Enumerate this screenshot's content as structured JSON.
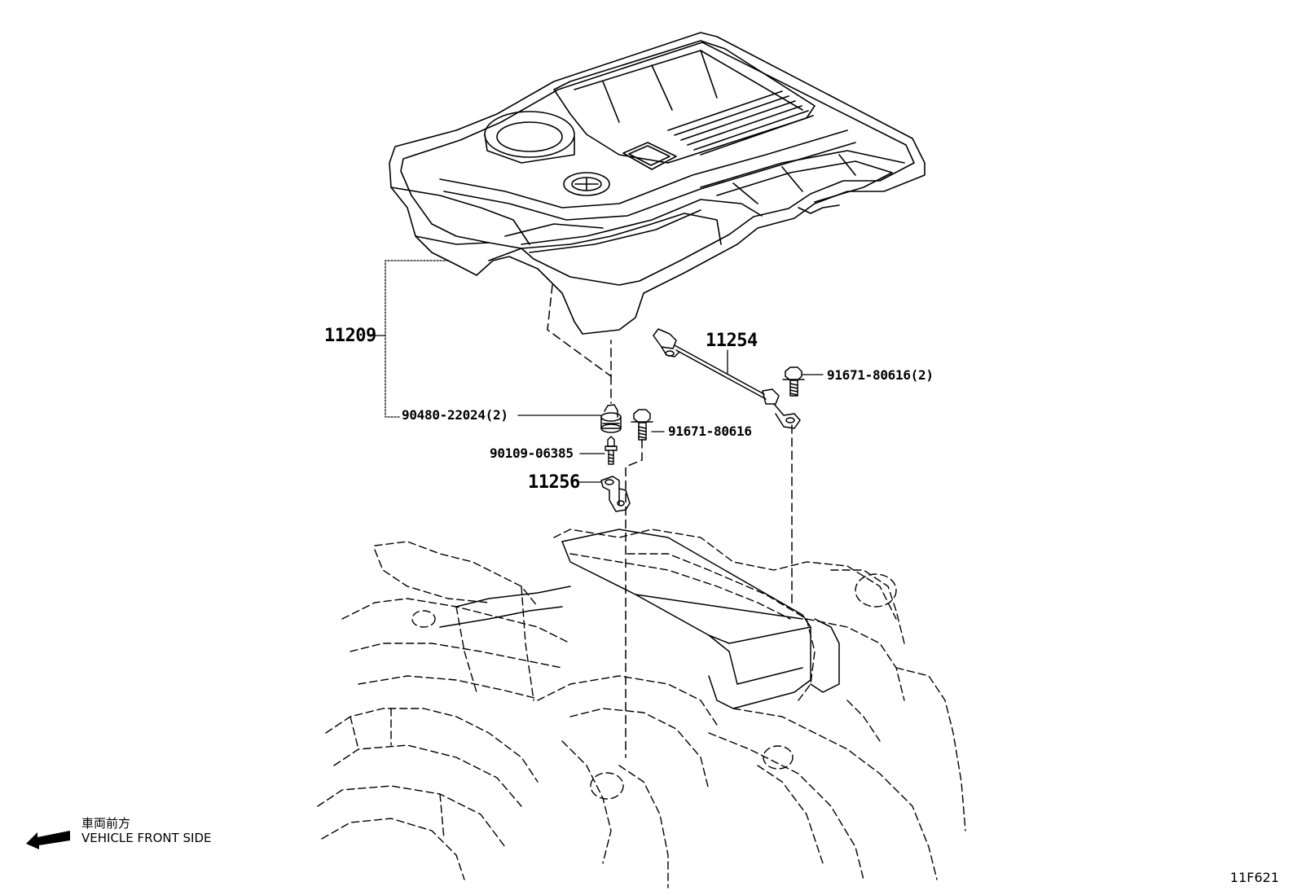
{
  "callouts": {
    "engine_cover": "11209",
    "cover_grommet": "90480-22024(2)",
    "bolt_a": "91671-80616",
    "bolt_b": "91671-80616(2)",
    "ground_strap": "11254",
    "stud_bolt": "90109-06385",
    "bracket": "11256"
  },
  "orientation": {
    "label_jp": "車両前方",
    "label_en": "VEHICLE FRONT SIDE",
    "arrow_icon": "arrow-left-icon"
  },
  "figure_id": "11F621",
  "colors": {
    "line": "#000000",
    "background": "#ffffff"
  }
}
